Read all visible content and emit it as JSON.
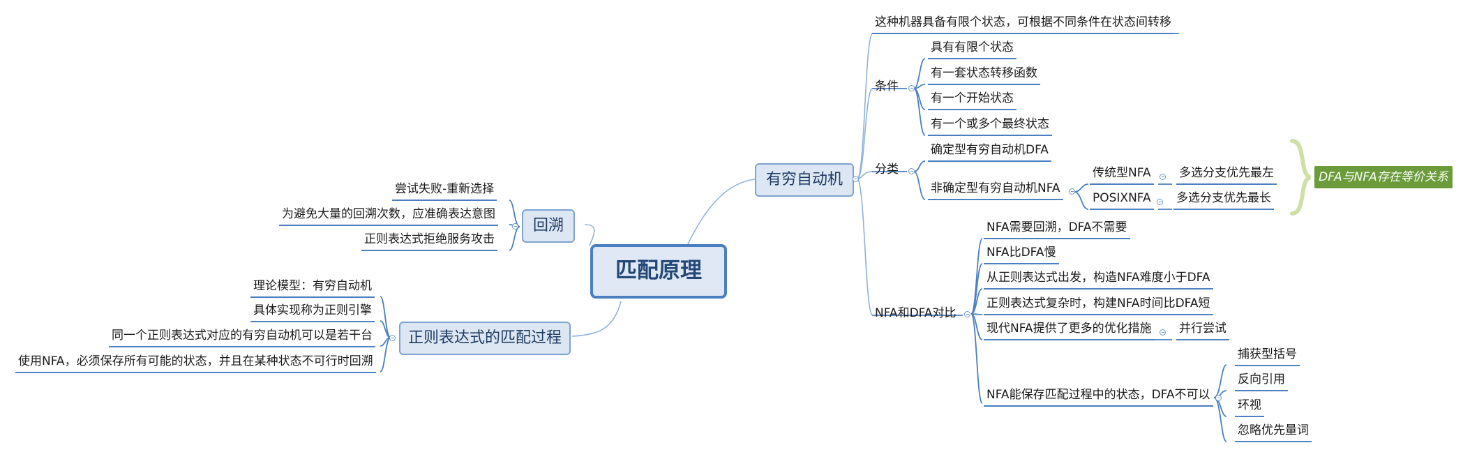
{
  "root": "匹配原理",
  "branches": {
    "fa": {
      "label": "有穷自动机",
      "desc": "这种机器具备有限个状态，可根据不同条件在状态间转移",
      "conditions": {
        "label": "条件",
        "items": [
          "具有有限个状态",
          "有一套状态转移函数",
          "有一个开始状态",
          "有一个或多个最终状态"
        ]
      },
      "classification": {
        "label": "分类",
        "dfa": "确定型有穷自动机DFA",
        "nfa": "非确定型有穷自动机NFA",
        "trad": "传统型NFA",
        "trad_rule": "多选分支优先最左",
        "posix": "POSIXNFA",
        "posix_rule": "多选分支优先最长",
        "callout": "DFA与NFA存在等价关系"
      },
      "comparison": {
        "label": "NFA和DFA对比",
        "items": [
          "NFA需要回溯，DFA不需要",
          "NFA比DFA慢",
          "从正则表达式出发，构造NFA难度小于DFA",
          "正则表达式复杂时，构建NFA时间比DFA短",
          "现代NFA提供了更多的优化措施"
        ],
        "optimize": "并行尝试",
        "state": "NFA能保存匹配过程中的状态，DFA不可以",
        "state_items": [
          "捕获型括号",
          "反向引用",
          "环视",
          "忽略优先量词"
        ]
      }
    },
    "backtrack": {
      "label": "回溯",
      "items": [
        "尝试失败-重新选择",
        "为避免大量的回溯次数，应准确表达意图",
        "正则表达式拒绝服务攻击"
      ]
    },
    "process": {
      "label": "正则表达式的匹配过程",
      "items": [
        "理论模型：有穷自动机",
        "具体实现称为正则引擎",
        "同一个正则表达式对应的有穷自动机可以是若干台",
        "使用NFA，必须保存所有可能的状态，并且在某种状态不可行时回溯"
      ]
    }
  },
  "colors": {
    "line": "#4a7fc0",
    "topic_fill": "#dde7f3",
    "callout": "#6b9b3a",
    "brace": "#cfe0a6"
  }
}
